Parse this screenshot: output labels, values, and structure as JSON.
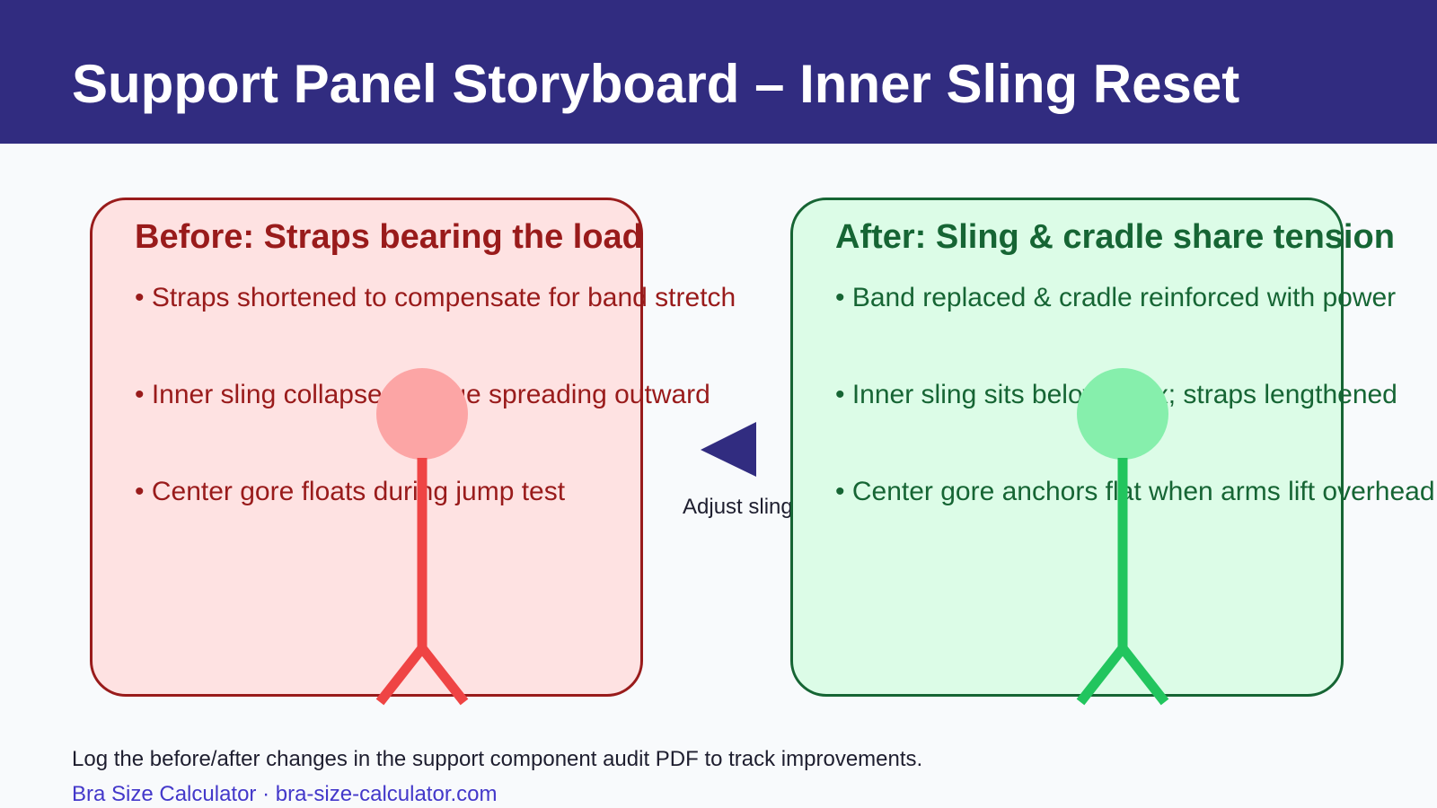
{
  "title": "Support Panel Storyboard – Inner Sling Reset",
  "before": {
    "heading": "Before: Straps bearing the load",
    "bullets": [
      "• Straps shortened to compensate for band stretch",
      "• Inner sling collapses; tissue spreading outward",
      "• Center gore floats during jump test"
    ],
    "color": "#991b1b",
    "fill": "#fee2e2",
    "figure_color": "#ef4444",
    "figure_head_color": "#fca5a5"
  },
  "after": {
    "heading": "After: Sling & cradle share tension",
    "bullets": [
      "• Band replaced & cradle reinforced with power",
      "• Inner sling sits below apex; straps lengthened",
      "• Center gore anchors flat when arms lift overhead"
    ],
    "color": "#166534",
    "fill": "#dcfce7",
    "figure_color": "#22c55e",
    "figure_head_color": "#86efac"
  },
  "transition": {
    "caption": "Adjust sling first, then fine-tune straps",
    "arrow_color": "#312c80",
    "icon": "left-triangle-arrow"
  },
  "footnote": "Log the before/after changes in the support component audit PDF to track improvements.",
  "footer_link": "Bra Size Calculator · bra-size-calculator.com",
  "colors": {
    "header": "#312c80",
    "background": "#f8fafc",
    "link": "#4338ca"
  }
}
